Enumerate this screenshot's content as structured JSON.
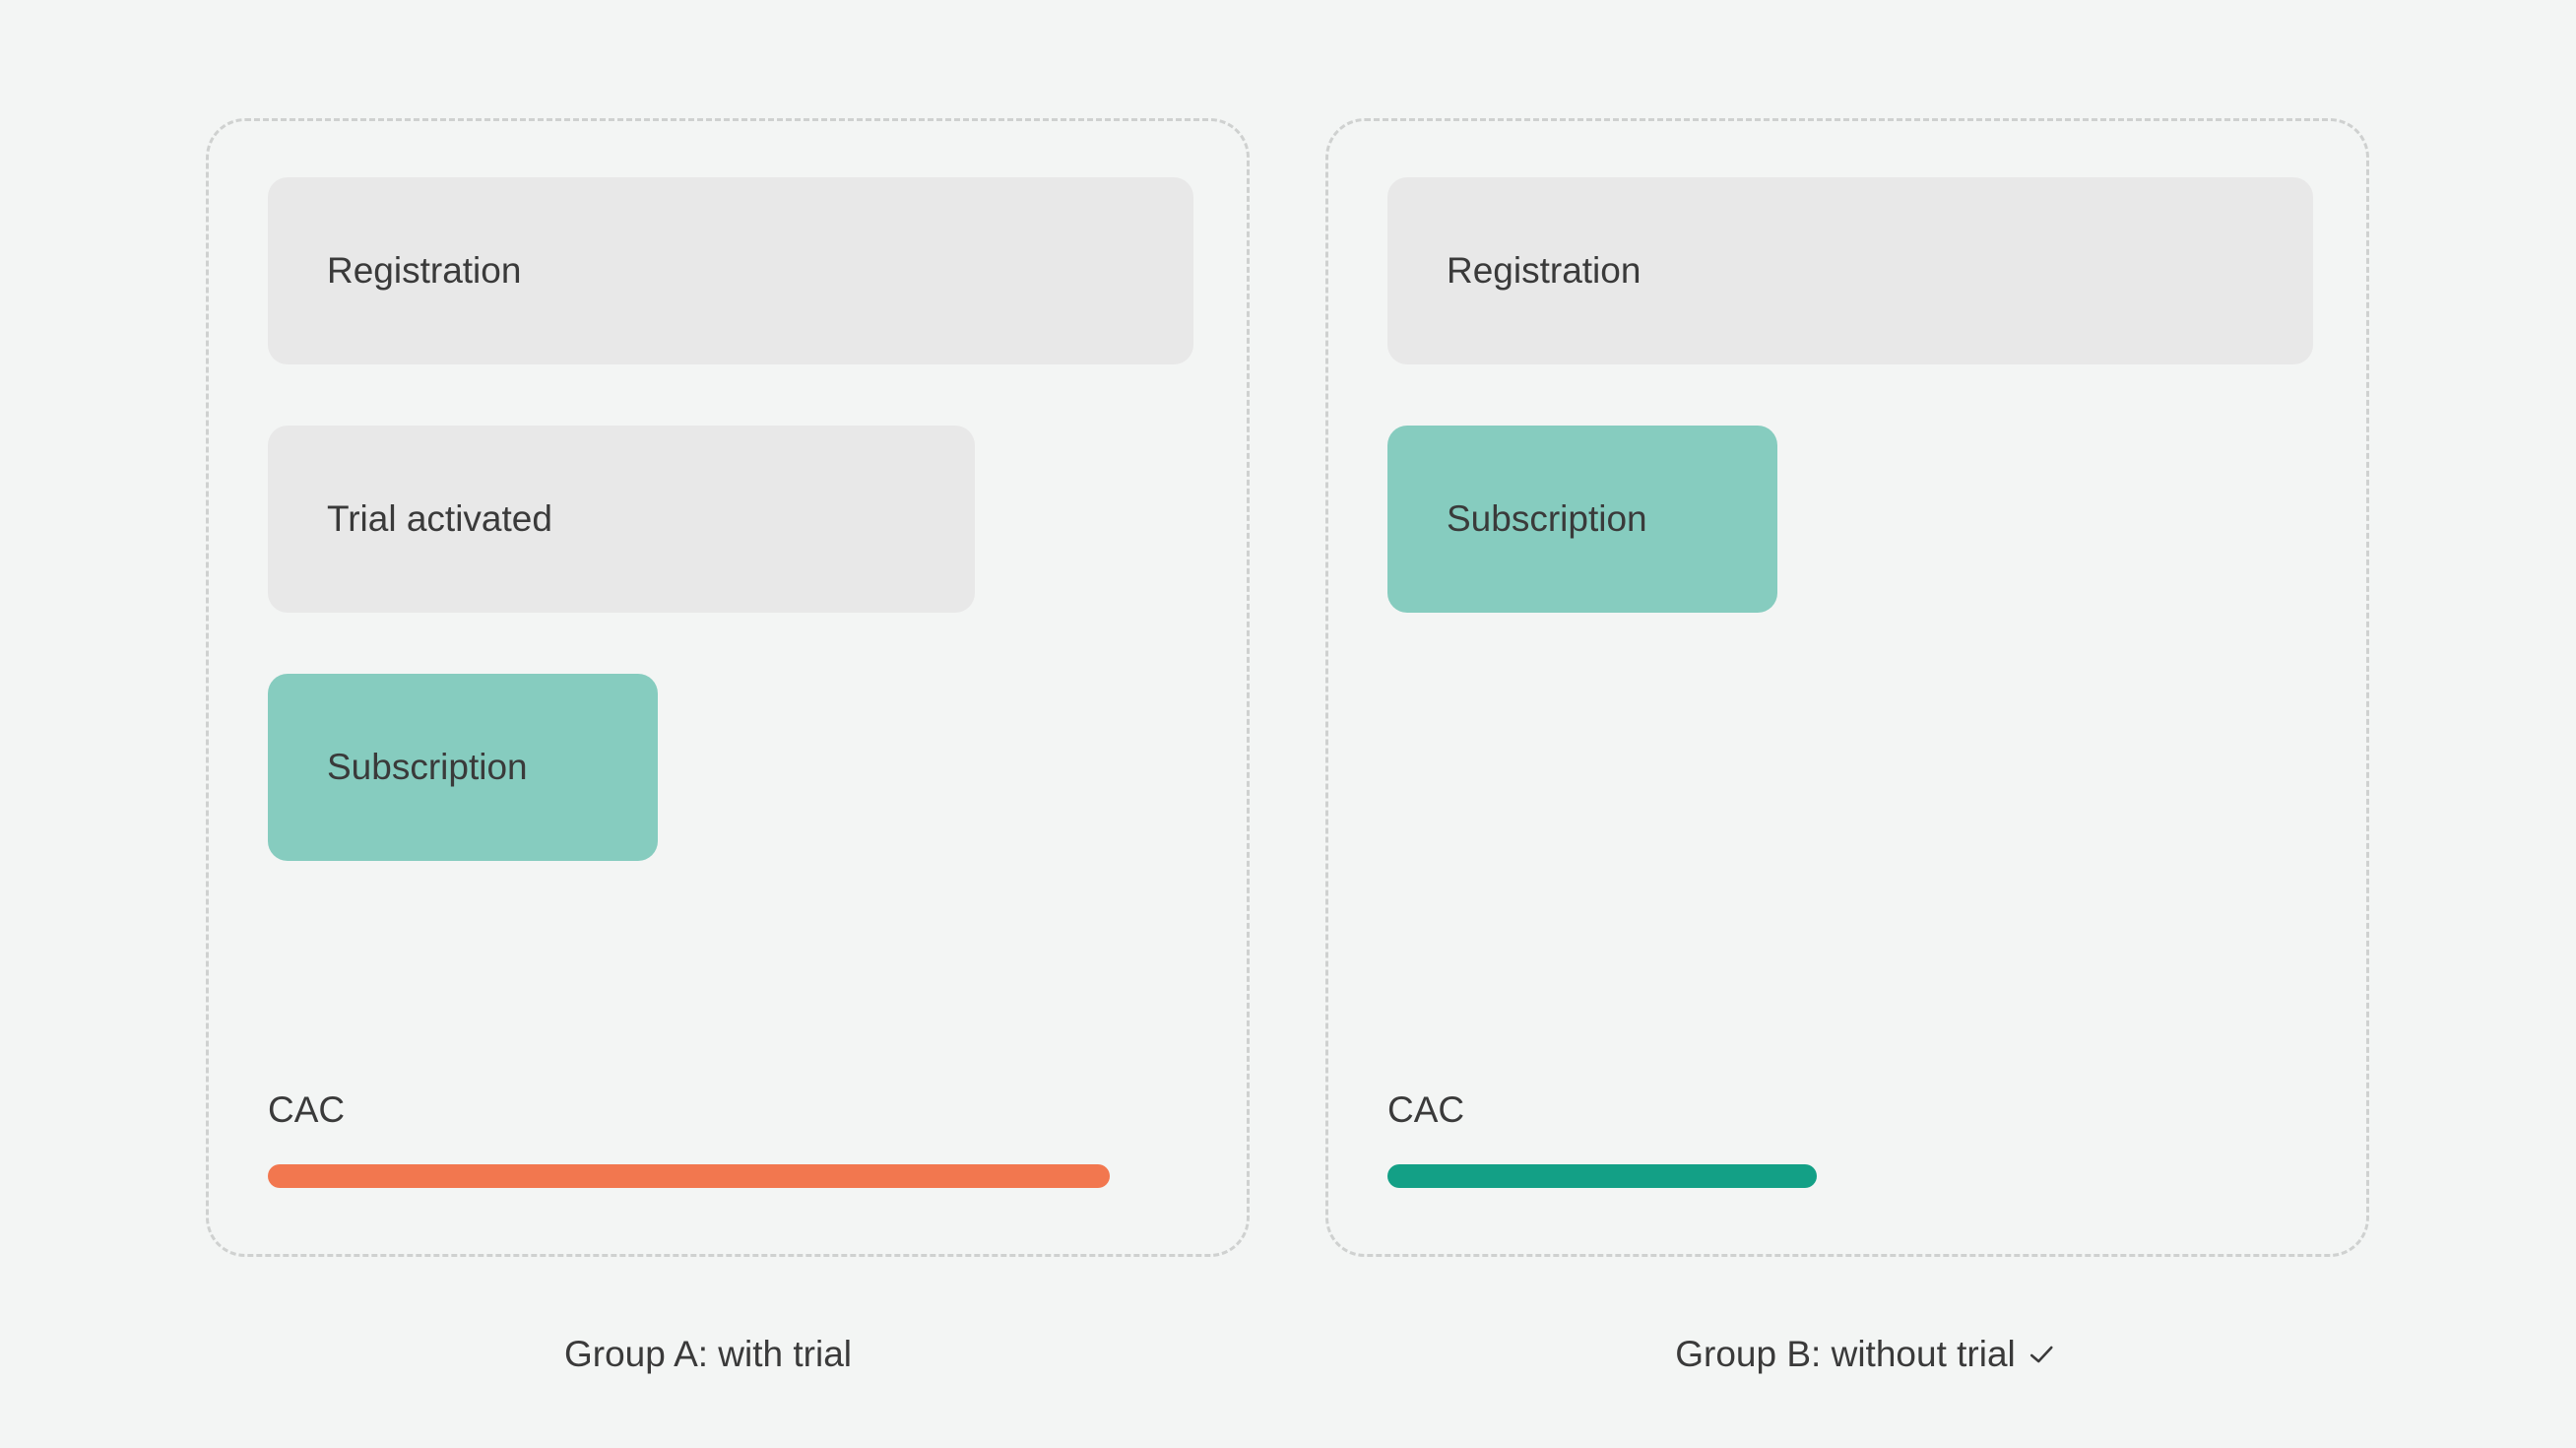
{
  "groups": [
    {
      "label": "Group A: with trial",
      "steps": [
        {
          "label": "Registration",
          "level": 1.0,
          "kind": "neutral"
        },
        {
          "label": "Trial activated",
          "level": 0.764,
          "kind": "neutral"
        },
        {
          "label": "Subscription",
          "level": 0.421,
          "kind": "success"
        }
      ],
      "cac": {
        "label": "CAC",
        "level": 1.0,
        "color": "#f2774f"
      },
      "winner": false
    },
    {
      "label": "Group B: without trial",
      "steps": [
        {
          "label": "Registration",
          "level": 1.0,
          "kind": "neutral"
        },
        {
          "label": "Subscription",
          "level": 0.421,
          "kind": "success"
        }
      ],
      "cac": {
        "label": "CAC",
        "level": 0.51,
        "color": "#13a086"
      },
      "winner": true
    }
  ],
  "colors": {
    "background": "#f3f5f4",
    "neutral_step": "#e8e8e8",
    "success_step": "#86ccbf",
    "text": "#3a3a3a",
    "dashed_border": "#cfd1d0"
  },
  "icons": {
    "winner": "check-icon"
  }
}
